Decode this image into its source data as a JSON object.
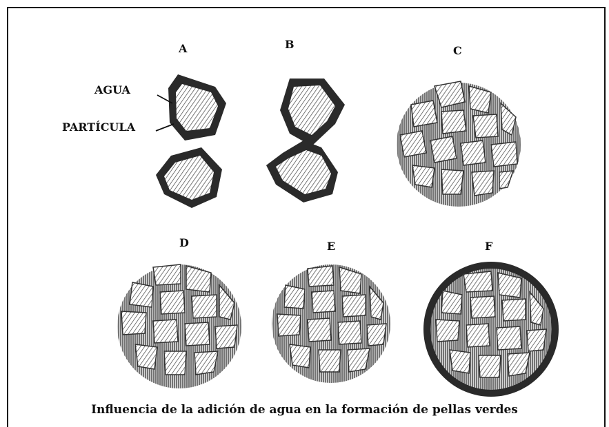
{
  "panels": {
    "a": "A",
    "b": "B",
    "c": "C",
    "d": "D",
    "e": "E",
    "f": "F"
  },
  "annotations": {
    "water": "AGUA",
    "particle": "PARTÍCULA"
  },
  "caption": "Influencia de la adición de agua en la formación de pellas verdes"
}
